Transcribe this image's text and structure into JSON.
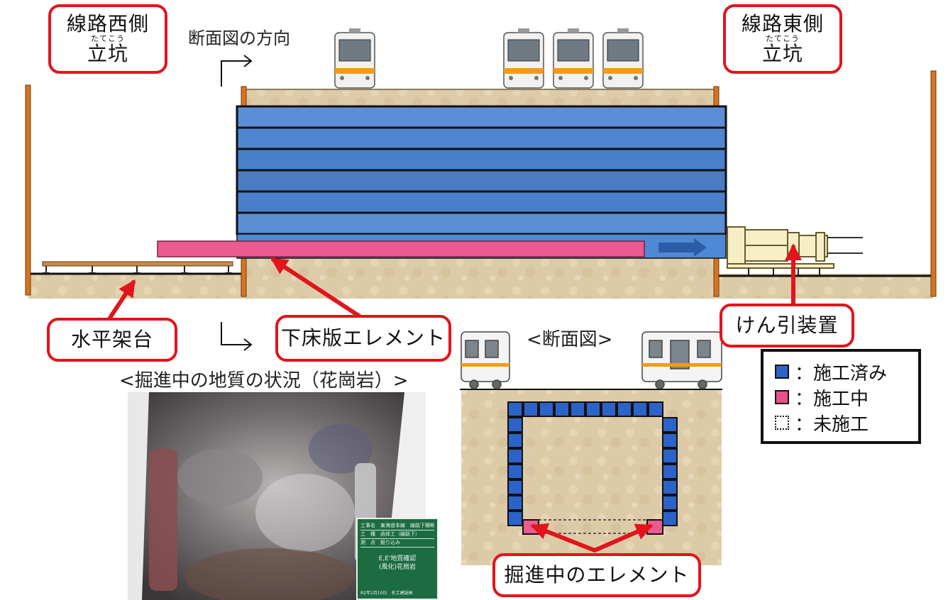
{
  "labels": {
    "west_shaft": {
      "name": "線路西側",
      "ruby": "たてこう",
      "base": "立坑"
    },
    "east_shaft": {
      "name": "線路東側",
      "ruby": "たてこう",
      "base": "立坑"
    },
    "section_direction": "断面図の方向",
    "horizontal_platform": "水平架台",
    "bottom_slab_element": "下床版エレメント",
    "traction_device": "けん引装置",
    "cross_section_title": "<断面図>",
    "geology_title": "<掘進中の地質の状況（花崗岩）>",
    "driving_elements": "掘進中のエレメント"
  },
  "legend": [
    {
      "key": "done",
      "label": "：施工済み",
      "color": "#2b63c9"
    },
    {
      "key": "now",
      "label": "：施工中",
      "color": "#e8508a"
    },
    {
      "key": "todo",
      "label": "：未施工",
      "color": "#ffffff"
    }
  ],
  "photo_board": {
    "rows": [
      "工事名　東海道本線　線路下横断",
      "工　種　函体工（線路下）",
      "測　点　掘り込み"
    ],
    "center_line1": "E,E'地質確認",
    "center_line2": "(風化)花崗岩",
    "date": "R2年1月10日　名工建設㈱"
  },
  "colors": {
    "callout_border": "#e2141c",
    "element_done": "#2b63c9",
    "element_in_progress": "#e8508a",
    "soil": "#dcc9a6",
    "wall": "#d8731f"
  }
}
